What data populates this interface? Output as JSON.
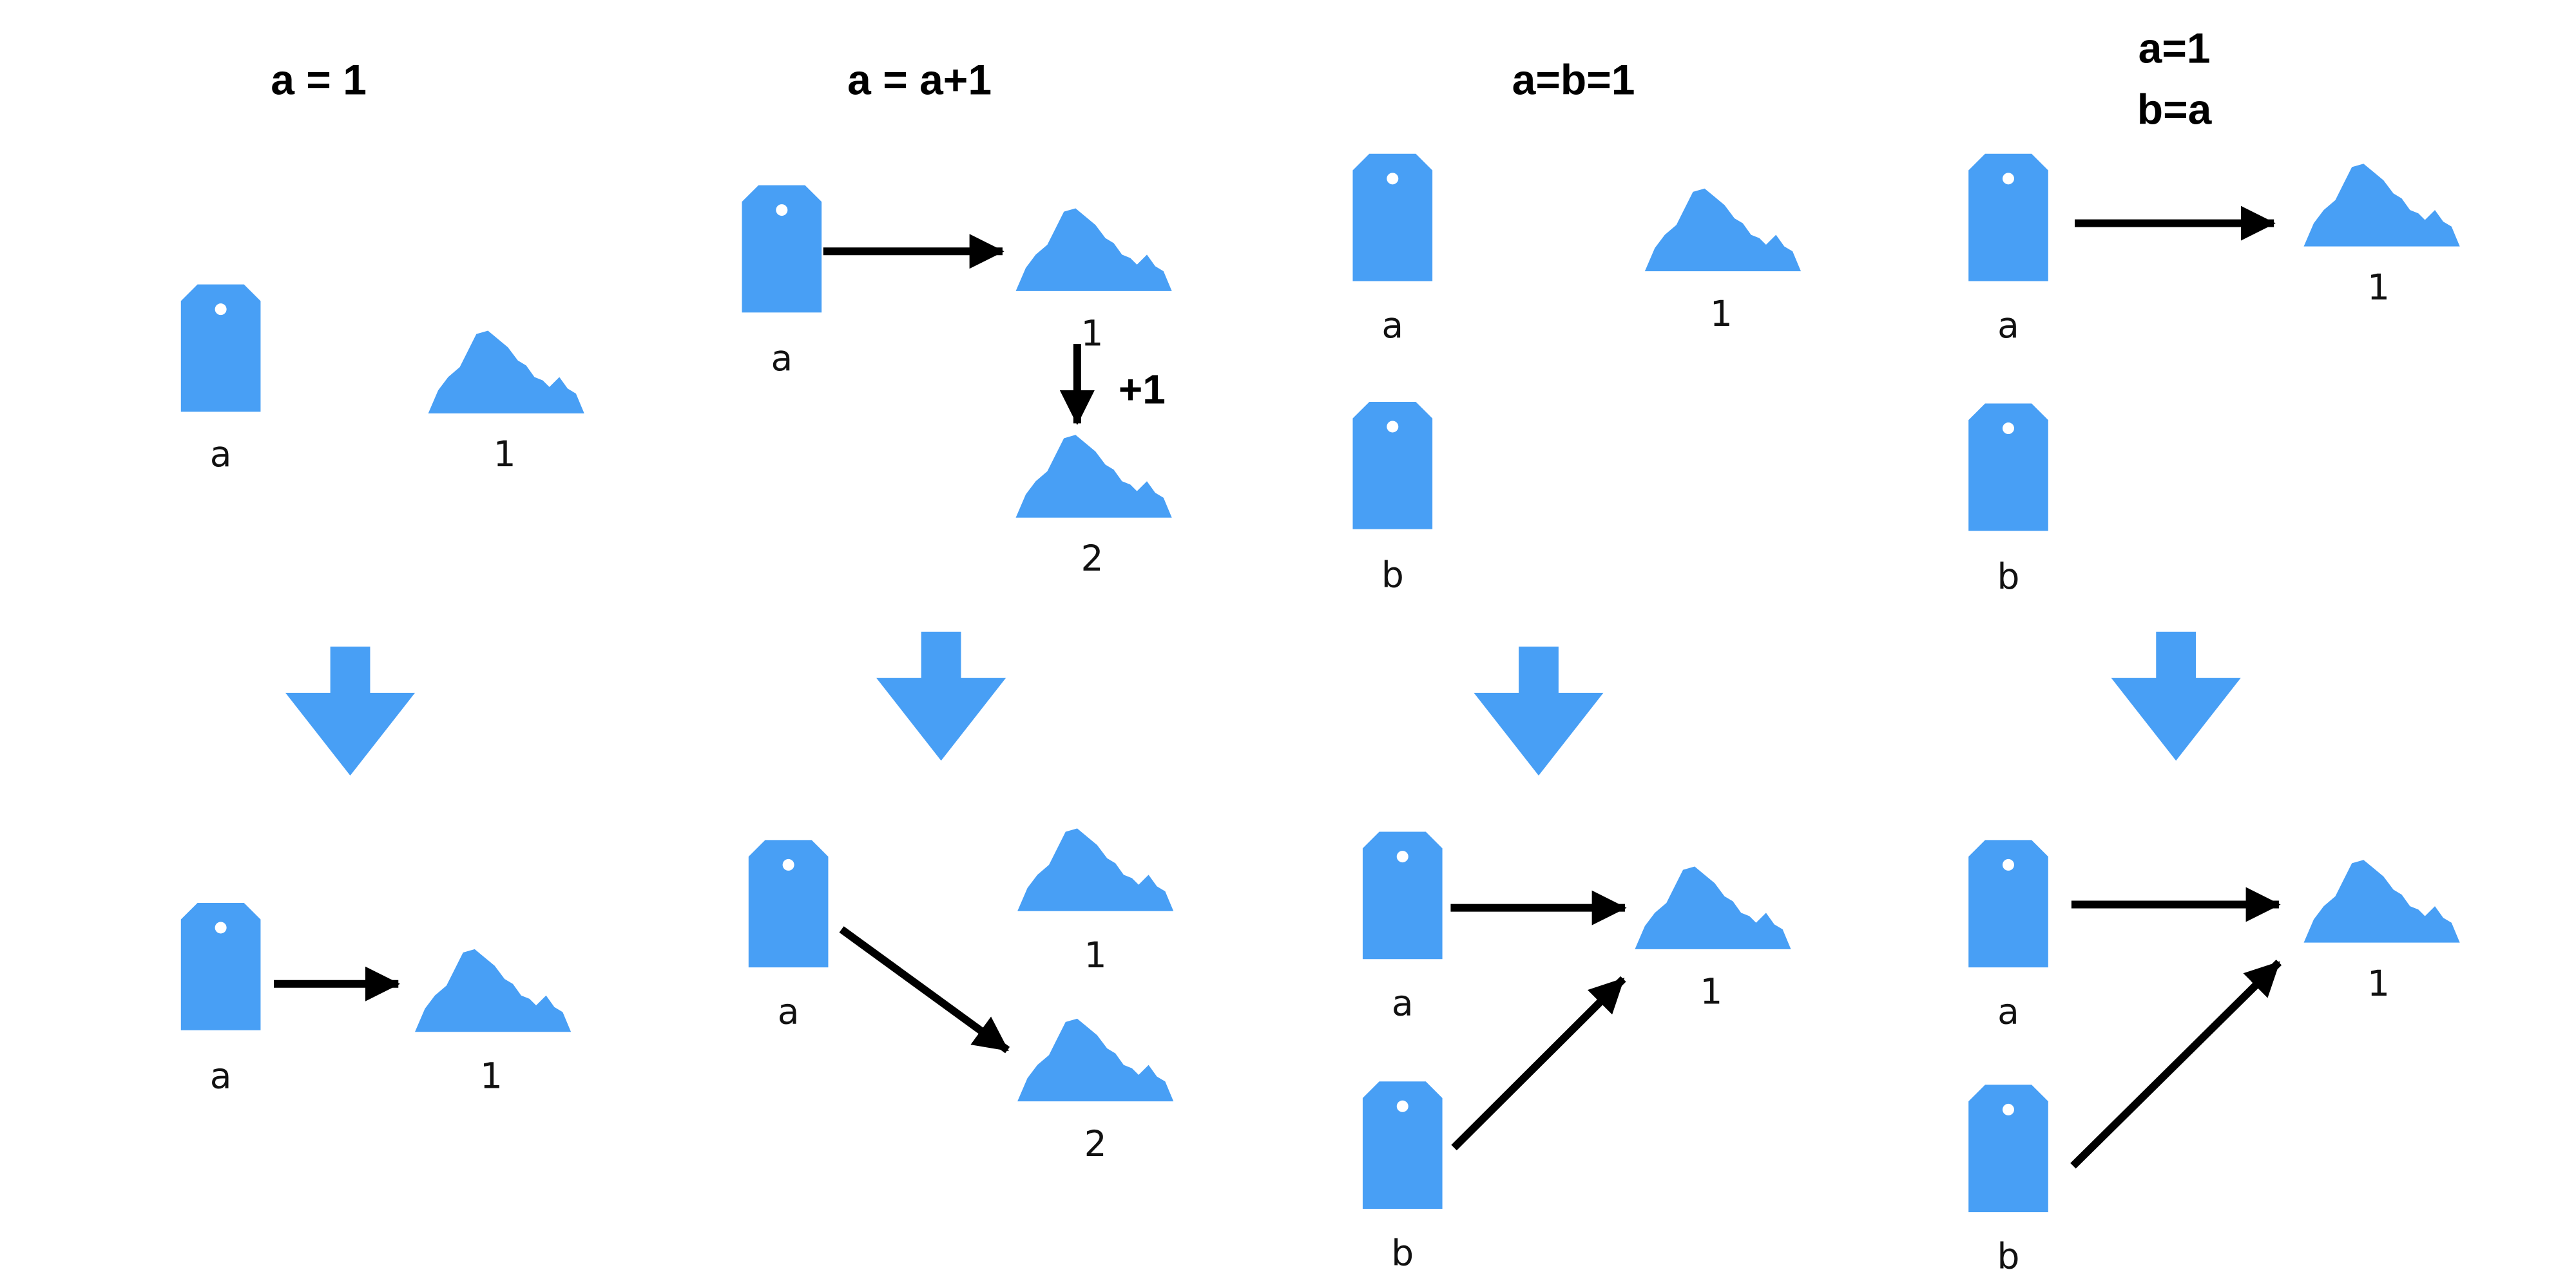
{
  "colors": {
    "shape": "#489ff5",
    "arrow": "#000000",
    "background": "#ffffff"
  },
  "icons": {
    "variable": "tag-icon",
    "value": "mound-icon",
    "transition": "down-arrow-icon"
  },
  "panels": [
    {
      "title": [
        "a = 1"
      ],
      "before": {
        "tags": [
          "a"
        ],
        "values": [
          "1"
        ],
        "links": []
      },
      "after": {
        "tags": [
          "a"
        ],
        "values": [
          "1"
        ],
        "links": [
          [
            "a",
            "1"
          ]
        ]
      }
    },
    {
      "title": [
        "a = a+1"
      ],
      "before": {
        "tags": [
          "a"
        ],
        "values": [
          "1",
          "2"
        ],
        "links": [
          [
            "a",
            "1"
          ]
        ],
        "increment": "+1"
      },
      "after": {
        "tags": [
          "a"
        ],
        "values": [
          "1",
          "2"
        ],
        "links": [
          [
            "a",
            "2"
          ]
        ]
      }
    },
    {
      "title": [
        "a=b=1"
      ],
      "before": {
        "tags": [
          "a",
          "b"
        ],
        "values": [
          "1"
        ],
        "links": []
      },
      "after": {
        "tags": [
          "a",
          "b"
        ],
        "values": [
          "1"
        ],
        "links": [
          [
            "a",
            "1"
          ],
          [
            "b",
            "1"
          ]
        ]
      }
    },
    {
      "title": [
        "a=1",
        "b=a"
      ],
      "before": {
        "tags": [
          "a",
          "b"
        ],
        "values": [
          "1"
        ],
        "links": [
          [
            "a",
            "1"
          ]
        ]
      },
      "after": {
        "tags": [
          "a",
          "b"
        ],
        "values": [
          "1"
        ],
        "links": [
          [
            "a",
            "1"
          ],
          [
            "b",
            "1"
          ]
        ]
      }
    }
  ]
}
